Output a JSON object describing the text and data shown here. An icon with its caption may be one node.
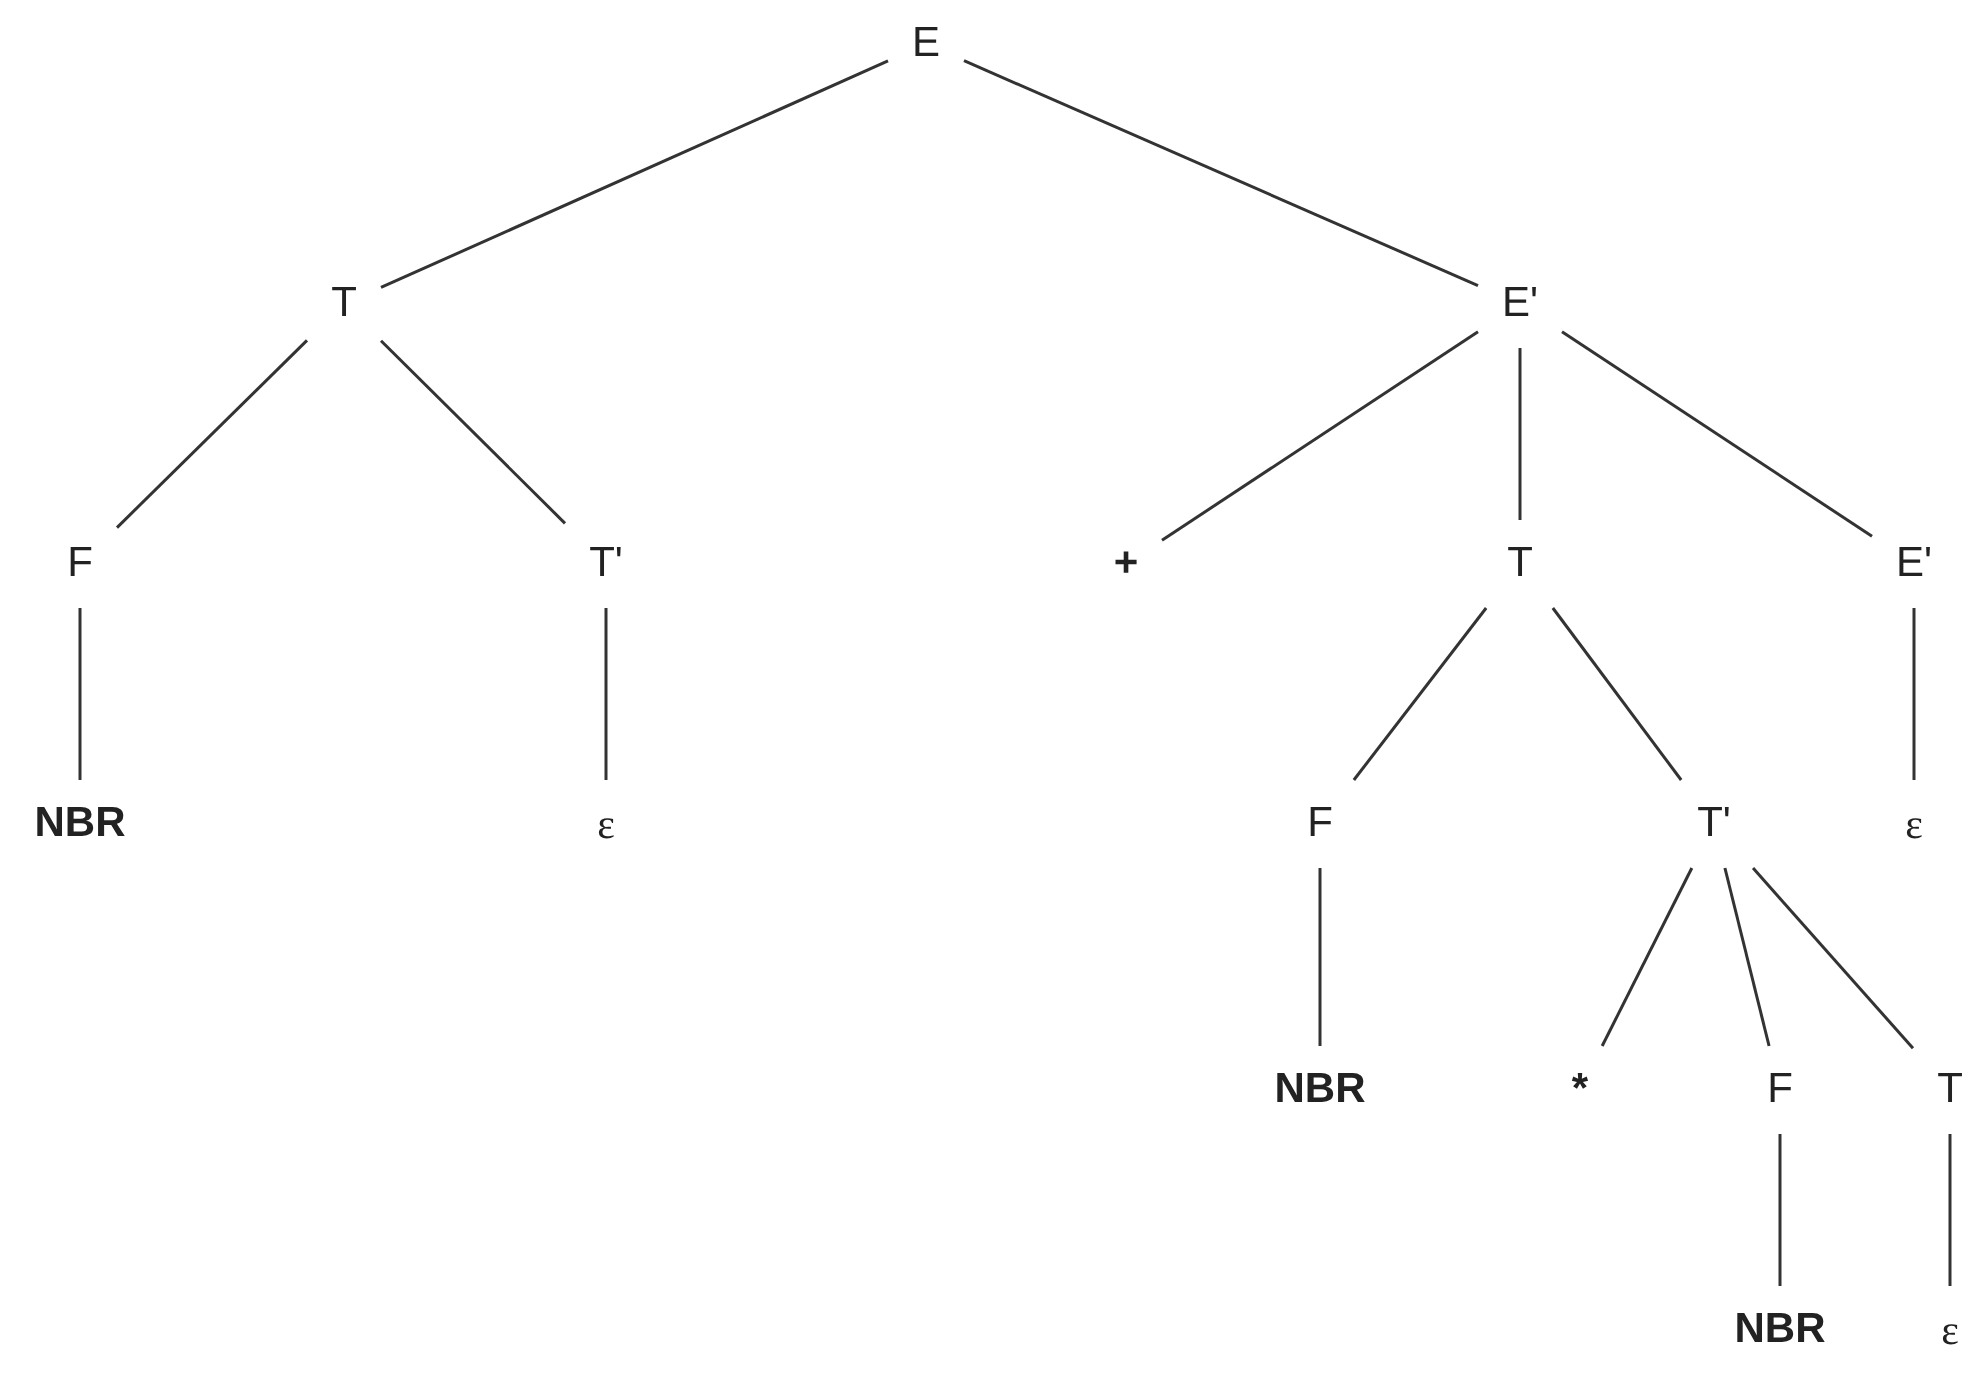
{
  "diagram": {
    "nodes": [
      {
        "text": [
          "E"
        ]
      },
      {
        "text": [
          "T"
        ]
      },
      {
        "text": [
          "E'"
        ]
      },
      {
        "text": [
          "F"
        ]
      },
      {
        "text": [
          "T'"
        ]
      },
      {
        "text": [
          "NBR"
        ]
      },
      {
        "text": [
          "ε"
        ]
      },
      {
        "text": [
          "+"
        ]
      },
      {
        "text": [
          "T"
        ]
      },
      {
        "text": [
          "E'"
        ]
      },
      {
        "text": [
          "F"
        ]
      },
      {
        "text": [
          "T'"
        ]
      },
      {
        "text": [
          "ε"
        ]
      },
      {
        "text": [
          "NBR"
        ]
      },
      {
        "text": [
          "*"
        ]
      },
      {
        "text": [
          "F"
        ]
      },
      {
        "text": [
          "T"
        ]
      },
      {
        "text": [
          "NBR"
        ]
      },
      {
        "text": [
          "ε"
        ]
      }
    ],
    "edges": [
      {
        "from": 0,
        "to": 1,
        "arrow": "none"
      },
      {
        "from": 0,
        "to": 2,
        "arrow": "none"
      },
      {
        "from": 1,
        "to": 3,
        "arrow": "none"
      },
      {
        "from": 1,
        "to": 4,
        "arrow": "none"
      },
      {
        "from": 3,
        "to": 5,
        "arrow": "none"
      },
      {
        "from": 4,
        "to": 6,
        "arrow": "none"
      },
      {
        "from": 2,
        "to": 7,
        "arrow": "none"
      },
      {
        "from": 2,
        "to": 8,
        "arrow": "none"
      },
      {
        "from": 2,
        "to": 9,
        "arrow": "none"
      },
      {
        "from": 8,
        "to": 10,
        "arrow": "none"
      },
      {
        "from": 8,
        "to": 11,
        "arrow": "none"
      },
      {
        "from": 9,
        "to": 12,
        "arrow": "none"
      },
      {
        "from": 10,
        "to": 13,
        "arrow": "none"
      },
      {
        "from": 11,
        "to": 14,
        "arrow": "none"
      },
      {
        "from": 11,
        "to": 15,
        "arrow": "none"
      },
      {
        "from": 11,
        "to": 16,
        "arrow": "none"
      },
      {
        "from": 15,
        "to": 17,
        "arrow": "none"
      },
      {
        "from": 16,
        "to": 18,
        "arrow": "none"
      }
    ]
  }
}
